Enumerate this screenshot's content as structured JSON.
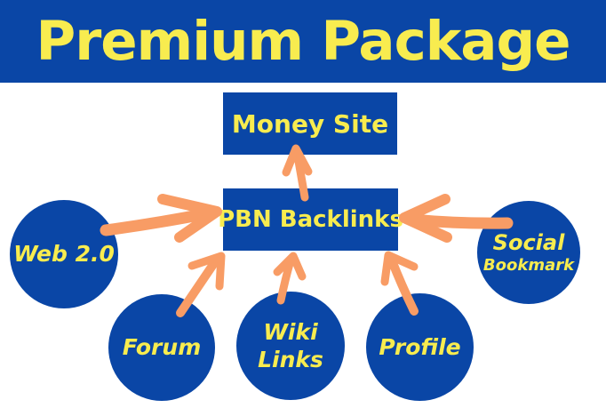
{
  "header": {
    "title": "Premium Package"
  },
  "diagram": {
    "money_site_label": "Money Site",
    "pbn_label": "PBN Backlinks",
    "sources": [
      {
        "id": "web-2-0",
        "label": "Web 2.0"
      },
      {
        "id": "forum",
        "label": "Forum"
      },
      {
        "id": "wiki-links",
        "line1": "Wiki",
        "line2": "Links"
      },
      {
        "id": "profile",
        "label": "Profile"
      },
      {
        "id": "social-bookmark",
        "line1": "Social",
        "line2": "Bookmark"
      }
    ],
    "links": [
      {
        "from": "PBN Backlinks",
        "to": "Money Site"
      },
      {
        "from": "Web 2.0",
        "to": "PBN Backlinks"
      },
      {
        "from": "Forum",
        "to": "PBN Backlinks"
      },
      {
        "from": "Wiki Links",
        "to": "PBN Backlinks"
      },
      {
        "from": "Profile",
        "to": "PBN Backlinks"
      },
      {
        "from": "Social Bookmark",
        "to": "PBN Backlinks"
      }
    ]
  },
  "colors": {
    "background": "#ffffff",
    "node_blue": "#0a46a6",
    "text_yellow": "#f8ec4f",
    "arrow_orange": "#f89c65"
  }
}
